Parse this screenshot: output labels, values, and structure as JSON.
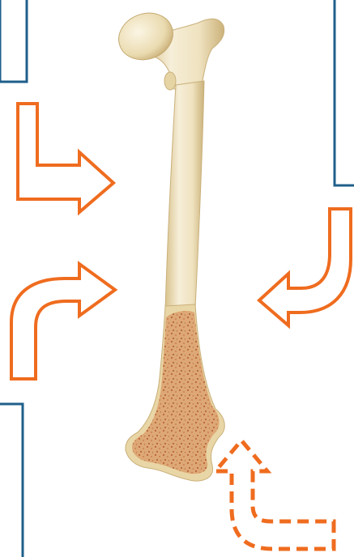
{
  "colors": {
    "label_box_border": "#1f5f8b",
    "arrow": "#ef6c1f",
    "bone_light": "#f4ead0",
    "bone_mid": "#e8d6a8",
    "bone_shadow": "#cdb680",
    "marrow": "#c9743f",
    "background": "#ffffff"
  },
  "diagram": {
    "subject": "long-bone-femur",
    "label_boxes": [
      {
        "id": "top-left",
        "text": ""
      },
      {
        "id": "top-right",
        "text": ""
      },
      {
        "id": "bottom-left",
        "text": ""
      }
    ],
    "arrows": [
      {
        "id": "upper-left-elbow-arrow",
        "style": "solid",
        "points_to": "shaft-upper"
      },
      {
        "id": "middle-left-curved-arrow",
        "style": "solid",
        "points_to": "shaft-middle"
      },
      {
        "id": "right-curved-arrow",
        "style": "solid",
        "points_to": "shaft-lower"
      },
      {
        "id": "bottom-right-dashed-arrow",
        "style": "dashed",
        "points_to": "distal-end"
      }
    ]
  }
}
